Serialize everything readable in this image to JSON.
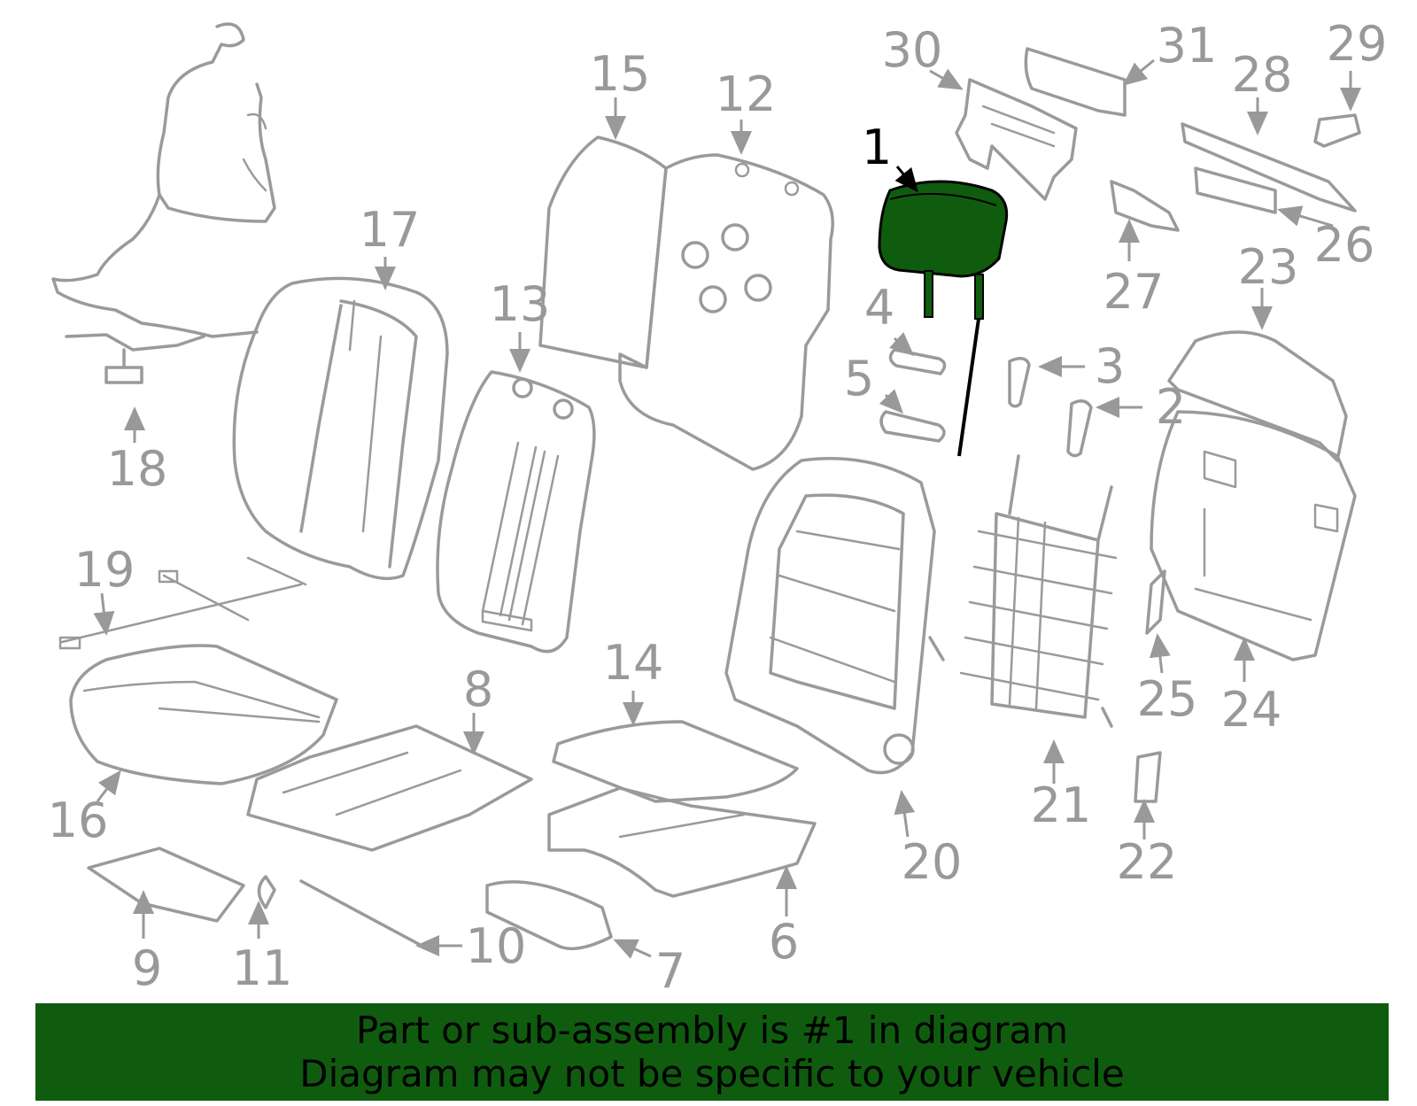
{
  "diagram": {
    "selected_part": "1",
    "highlight_color": "#0f5c0f",
    "part_color": "#9a9a9a",
    "callouts": [
      "1",
      "2",
      "3",
      "4",
      "5",
      "6",
      "7",
      "8",
      "9",
      "10",
      "11",
      "12",
      "13",
      "14",
      "15",
      "16",
      "17",
      "18",
      "19",
      "20",
      "21",
      "22",
      "23",
      "24",
      "25",
      "26",
      "27",
      "28",
      "29",
      "30",
      "31"
    ]
  },
  "banner": {
    "line1": "Part or sub-assembly is #1 in diagram",
    "line2": "Diagram may not be specific to your vehicle",
    "color": "#0f5c0f"
  }
}
